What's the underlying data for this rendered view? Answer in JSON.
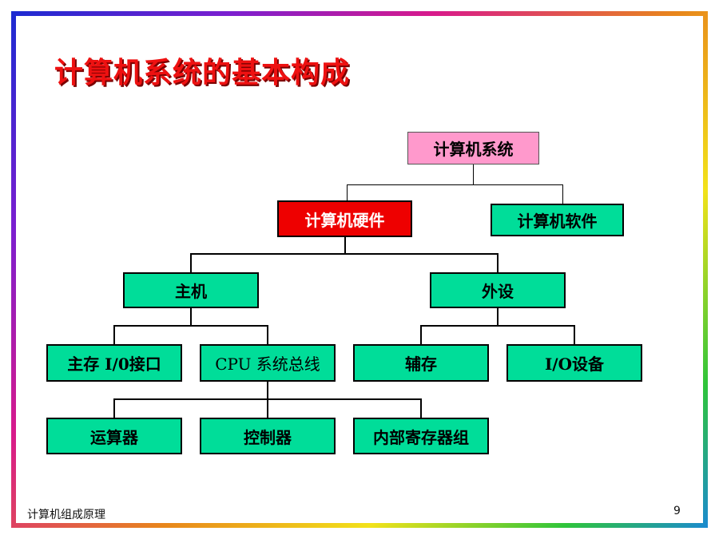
{
  "slide": {
    "title": "计算机系统的基本构成",
    "footer_text": "计算机组成原理",
    "page_number": "9"
  },
  "diagram": {
    "root": "计算机系统",
    "hardware": "计算机硬件",
    "software": "计算机软件",
    "host": "主机",
    "peripherals": "外设",
    "main_memory_io": "主存 I/0接口",
    "cpu_bus": "CPU 系统总线",
    "auxiliary_storage": "辅存",
    "io_devices": "I/O设备",
    "alu": "运算器",
    "controller": "控制器",
    "registers": "内部寄存器组"
  },
  "colors": {
    "title": "#ee1111",
    "root_box": "#ff99cc",
    "highlight_box": "#ee0000",
    "node_box": "#00dd99"
  }
}
